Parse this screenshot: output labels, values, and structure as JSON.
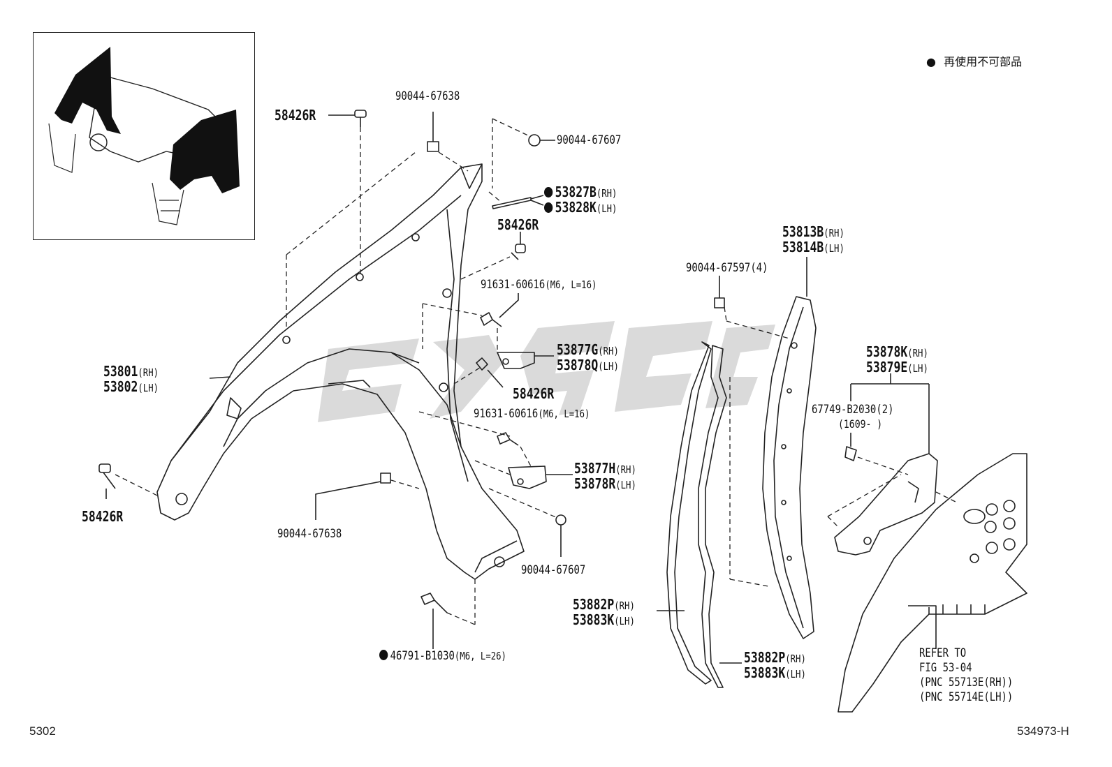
{
  "legend": {
    "marker": "●",
    "text": "再使用不可部品"
  },
  "parts": {
    "p_58426R_top": "58426R",
    "p_90044_67638_top": "90044-67638",
    "p_90044_67607_top": "90044-67607",
    "p_53827B": "53827B",
    "p_53827B_side": "(RH)",
    "p_53828K": "53828K",
    "p_53828K_side": "(LH)",
    "p_58426R_mid": "58426R",
    "p_91631_a": "91631-60616",
    "p_91631_a_spec": "(M6, L=16)",
    "p_53801": "53801",
    "p_53801_side": "(RH)",
    "p_53802": "53802",
    "p_53802_side": "(LH)",
    "p_53877G": "53877G",
    "p_53877G_side": "(RH)",
    "p_53878Q": "53878Q",
    "p_53878Q_side": "(LH)",
    "p_58426R_bracket": "58426R",
    "p_91631_b": "91631-60616",
    "p_91631_b_spec": "(M6, L=16)",
    "p_53877H": "53877H",
    "p_53877H_side": "(RH)",
    "p_53878R": "53878R",
    "p_53878R_side": "(LH)",
    "p_58426R_left": "58426R",
    "p_90044_67638_bot": "90044-67638",
    "p_90044_67607_bot": "90044-67607",
    "p_46791": "46791-B1030",
    "p_46791_spec": "(M6, L=26)",
    "p_53813B": "53813B",
    "p_53813B_side": "(RH)",
    "p_53814B": "53814B",
    "p_53814B_side": "(LH)",
    "p_90044_67597": "90044-67597(4)",
    "p_53878K": "53878K",
    "p_53878K_side": "(RH)",
    "p_53879E": "53879E",
    "p_53879E_side": "(LH)",
    "p_67749": "67749-B2030(2)",
    "p_67749_date": "(1609-      )",
    "p_53882P_a": "53882P",
    "p_53882P_a_side": "(RH)",
    "p_53883K_a": "53883K",
    "p_53883K_a_side": "(LH)",
    "p_53882P_b": "53882P",
    "p_53882P_b_side": "(RH)",
    "p_53883K_b": "53883K",
    "p_53883K_b_side": "(LH)"
  },
  "refer": {
    "line1": "REFER TO",
    "line2": "FIG 53-04",
    "line3": "(PNC 55713E(RH))",
    "line4": "(PNC 55714E(LH))"
  },
  "footer": {
    "page": "5302",
    "code": "534973-H"
  },
  "colors": {
    "ink": "#111111",
    "watermark": "#d4d4d4"
  }
}
